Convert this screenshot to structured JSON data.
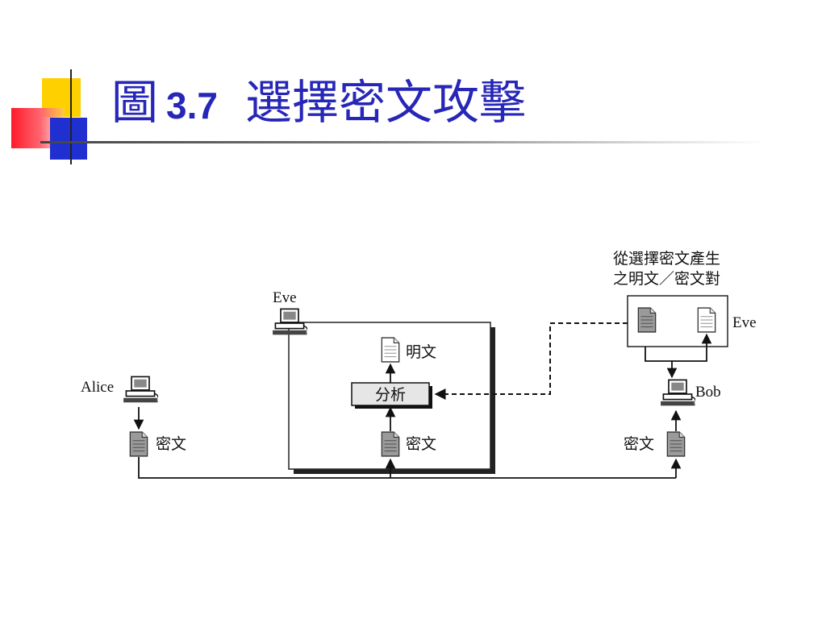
{
  "slide": {
    "title_prefix": "圖",
    "title_number": "3.7",
    "title_text": "選擇密文攻擊"
  },
  "diagram": {
    "alice_label": "Alice",
    "eve_top_label": "Eve",
    "bob_label": "Bob",
    "eve_right_label": "Eve",
    "plaintext_label": "明文",
    "analysis_label": "分析",
    "ciphertext_center_label": "密文",
    "ciphertext_left_label": "密文",
    "ciphertext_right_label": "密文",
    "pairs_note_line1": "從選擇密文產生",
    "pairs_note_line2": "之明文／密文對"
  }
}
